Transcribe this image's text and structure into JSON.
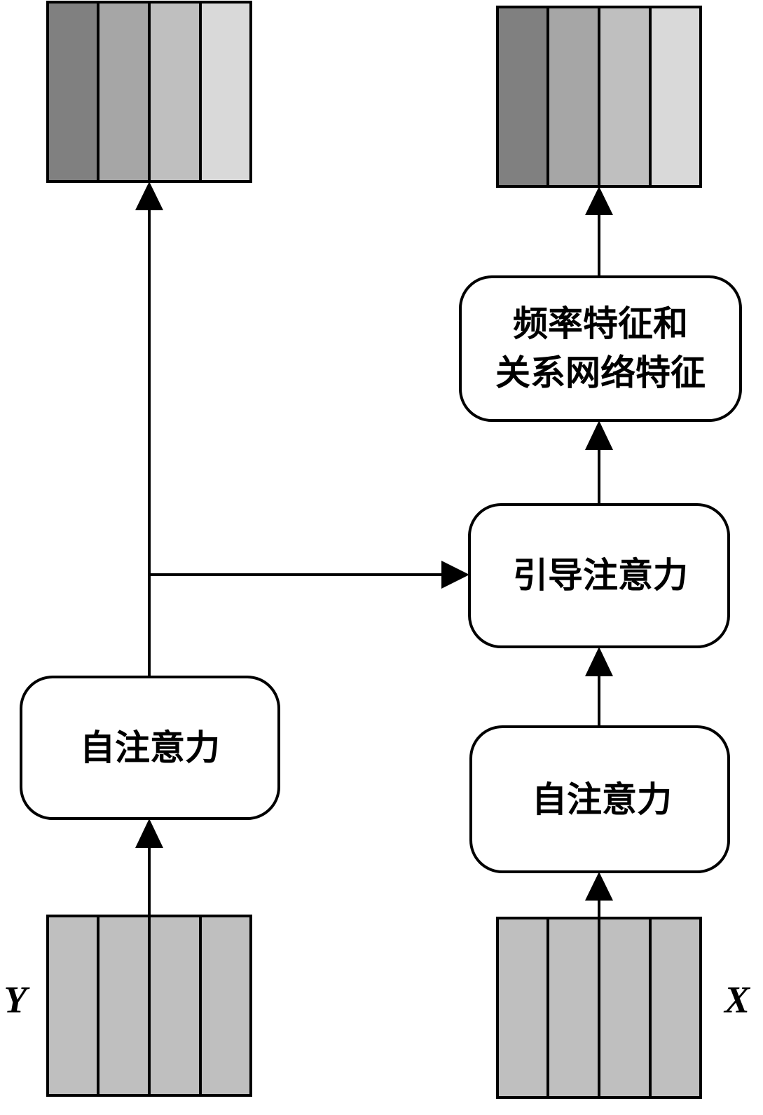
{
  "nodes": {
    "self_attention_left": {
      "label": "自注意力"
    },
    "self_attention_right": {
      "label": "自注意力"
    },
    "guided_attention": {
      "label": "引导注意力"
    },
    "output_features": {
      "line1": "频率特征和",
      "line2": "关系网络特征"
    }
  },
  "inputs": {
    "y_label": "Y",
    "x_label": "X"
  },
  "colors": {
    "input_cell": "#bfbfbf",
    "output_cells": [
      "#808080",
      "#a6a6a6",
      "#bfbfbf",
      "#d9d9d9"
    ],
    "stroke": "#000000"
  }
}
